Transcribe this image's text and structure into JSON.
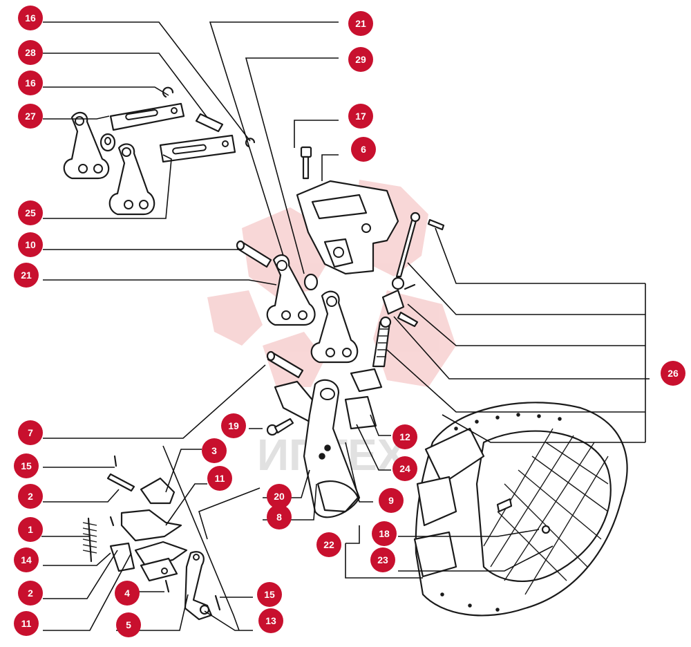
{
  "watermark": {
    "text": "ИПТЕХ",
    "logo_color": "#f2b6b6"
  },
  "colors": {
    "callout": "#c8102e",
    "callout_text": "#ffffff",
    "ink": "#1a1a1a"
  },
  "callouts": [
    {
      "id": "c1",
      "label": "16"
    },
    {
      "id": "c2",
      "label": "28"
    },
    {
      "id": "c3",
      "label": "16"
    },
    {
      "id": "c4",
      "label": "27"
    },
    {
      "id": "c5",
      "label": "25"
    },
    {
      "id": "c6",
      "label": "10"
    },
    {
      "id": "c7",
      "label": "21"
    },
    {
      "id": "c8",
      "label": "21"
    },
    {
      "id": "c9",
      "label": "29"
    },
    {
      "id": "c10",
      "label": "17"
    },
    {
      "id": "c11",
      "label": "6"
    },
    {
      "id": "c12",
      "label": "26"
    },
    {
      "id": "c13",
      "label": "7"
    },
    {
      "id": "c14",
      "label": "19"
    },
    {
      "id": "c15",
      "label": "12"
    },
    {
      "id": "c16",
      "label": "24"
    },
    {
      "id": "c17",
      "label": "3"
    },
    {
      "id": "c18",
      "label": "15"
    },
    {
      "id": "c19",
      "label": "11"
    },
    {
      "id": "c20",
      "label": "2"
    },
    {
      "id": "c21",
      "label": "20"
    },
    {
      "id": "c22",
      "label": "9"
    },
    {
      "id": "c23",
      "label": "8"
    },
    {
      "id": "c24",
      "label": "1"
    },
    {
      "id": "c25",
      "label": "22"
    },
    {
      "id": "c26",
      "label": "18"
    },
    {
      "id": "c27",
      "label": "14"
    },
    {
      "id": "c28",
      "label": "23"
    },
    {
      "id": "c29",
      "label": "2"
    },
    {
      "id": "c30",
      "label": "4"
    },
    {
      "id": "c31",
      "label": "15"
    },
    {
      "id": "c32",
      "label": "11"
    },
    {
      "id": "c33",
      "label": "5"
    },
    {
      "id": "c34",
      "label": "13"
    }
  ]
}
